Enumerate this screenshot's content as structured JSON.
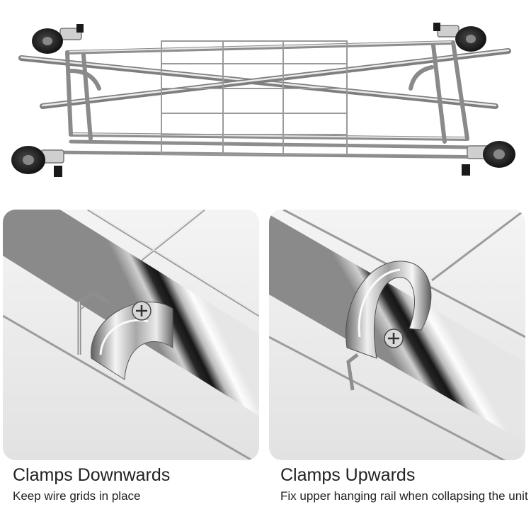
{
  "captions": {
    "left": {
      "title": "Clamps Downwards",
      "subtitle": "Keep wire grids in place"
    },
    "right": {
      "title": "Clamps Upwards",
      "subtitle": "Fix upper hanging rail when collapsing the unit"
    }
  },
  "colors": {
    "chrome_light": "#f2f2f2",
    "chrome_mid": "#b9b9b9",
    "chrome_dark": "#262626",
    "caster_black": "#1c1c1c",
    "panel_bg": "#ececec",
    "text": "#222222"
  },
  "icons": {
    "top": "collapsed-garment-rack-photo",
    "left": "clamp-downwards-closeup-photo",
    "right": "clamp-upwards-closeup-photo"
  }
}
